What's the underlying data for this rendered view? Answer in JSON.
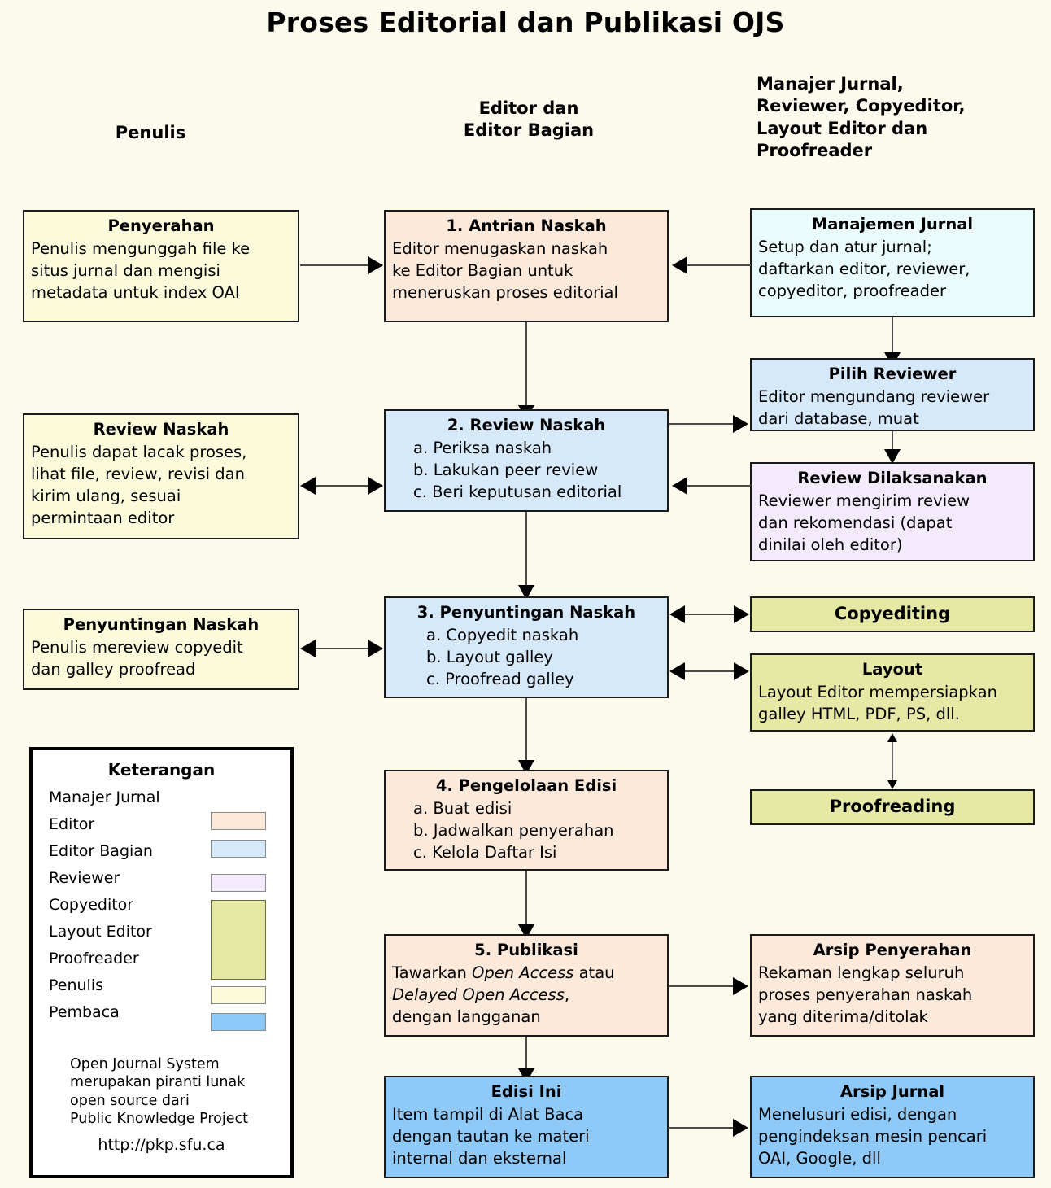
{
  "title": "Proses Editorial dan Publikasi OJS",
  "columns": [
    {
      "id": "penulis",
      "label": "Penulis"
    },
    {
      "id": "editor",
      "label": "Editor dan\nEditor Bagian"
    },
    {
      "id": "lainnya",
      "label": "Manajer Jurnal,\nReviewer, Copyeditor,\nLayout Editor dan\nProofreader"
    }
  ],
  "boxes": {
    "penyerahan": {
      "title": "Penyerahan",
      "lines": [
        "Penulis mengunggah file ke",
        "situs jurnal dan mengisi",
        "metadata untuk index OAI"
      ],
      "role": "Penulis",
      "color": "#fbfbdc"
    },
    "antrian": {
      "title": "1. Antrian Naskah",
      "lines": [
        "Editor menugaskan naskah",
        "ke Editor Bagian untuk",
        "meneruskan proses editorial"
      ],
      "role": "Editor",
      "color": "#fce9da"
    },
    "manajemen": {
      "title": "Manajemen Jurnal",
      "lines": [
        "Setup dan atur jurnal;",
        "daftarkan editor, reviewer,",
        "copyeditor, proofreader"
      ],
      "role": "Manajer Jurnal",
      "color": "#eafbfc"
    },
    "review_naskah_penulis": {
      "title": "Review Naskah",
      "lines": [
        "Penulis dapat lacak proses,",
        "lihat file, review, revisi dan",
        "kirim ulang, sesuai",
        "permintaan editor"
      ],
      "role": "Penulis",
      "color": "#fbfbdc"
    },
    "review2": {
      "title": "2. Review Naskah",
      "lines": [
        "a. Periksa naskah",
        "b. Lakukan peer review",
        "c. Beri keputusan editorial"
      ],
      "role": "Editor Bagian",
      "color": "#d6e9fb"
    },
    "pilih_reviewer": {
      "title": "Pilih Reviewer",
      "lines": [
        "Editor mengundang reviewer",
        "dari database, muat"
      ],
      "role": "Editor Bagian",
      "color": "#d6e9fb"
    },
    "review_dilaksanakan": {
      "title": "Review Dilaksanakan",
      "lines": [
        "Reviewer mengirim review",
        "dan rekomendasi (dapat",
        "dinilai oleh editor)"
      ],
      "role": "Reviewer",
      "color": "#f3eafc"
    },
    "penyuntingan_penulis": {
      "title": "Penyuntingan Naskah",
      "lines": [
        "Penulis mereview copyedit",
        "dan galley proofread"
      ],
      "role": "Penulis",
      "color": "#fbfbdc"
    },
    "penyuntingan3": {
      "title": "3. Penyuntingan Naskah",
      "lines": [
        "a. Copyedit naskah",
        "b. Layout galley",
        "c. Proofread galley"
      ],
      "role": "Editor Bagian",
      "color": "#d6e9fb"
    },
    "copyediting": {
      "title": "Copyediting",
      "lines": [],
      "role": "Copyeditor",
      "color": "#e6e8a6"
    },
    "layout": {
      "title": "Layout",
      "lines": [
        "Layout Editor mempersiapkan",
        "galley HTML, PDF, PS, dll."
      ],
      "role": "Layout Editor",
      "color": "#e6e8a6"
    },
    "proofreading": {
      "title": "Proofreading",
      "lines": [],
      "role": "Proofreader",
      "color": "#e6e8a6"
    },
    "pengelolaan4": {
      "title": "4. Pengelolaan Edisi",
      "lines": [
        "a. Buat edisi",
        "b. Jadwalkan penyerahan",
        "c. Kelola Daftar Isi"
      ],
      "role": "Editor",
      "color": "#fce9da"
    },
    "publikasi5": {
      "title": "5. Publikasi",
      "lines": [
        "Tawarkan Open Access atau",
        "Delayed Open Access,",
        "dengan langganan"
      ],
      "role": "Editor",
      "color": "#fce9da"
    },
    "arsip_penyerahan": {
      "title": "Arsip Penyerahan",
      "lines": [
        "Rekaman lengkap seluruh",
        "proses penyerahan naskah",
        "yang diterima/ditolak"
      ],
      "role": "Editor",
      "color": "#fce9da"
    },
    "edisi_ini": {
      "title": "Edisi Ini",
      "lines": [
        "Item tampil di Alat Baca",
        "dengan tautan ke materi",
        "internal dan eksternal"
      ],
      "role": "Pembaca",
      "color": "#8fc9f7"
    },
    "arsip_jurnal": {
      "title": "Arsip Jurnal",
      "lines": [
        "Menelusuri edisi, dengan",
        "pengindeksan mesin pencari",
        "OAI, Google, dll"
      ],
      "role": "Pembaca",
      "color": "#8fc9f7"
    }
  },
  "legend": {
    "title": "Keterangan",
    "items": [
      {
        "label": "Manajer Jurnal",
        "color": null
      },
      {
        "label": "Editor",
        "color": "#fce9da"
      },
      {
        "label": "Editor Bagian",
        "color": "#d6e9fb"
      },
      {
        "label": "Reviewer",
        "color": "#f3eafc"
      },
      {
        "label": "Copyeditor",
        "color": "#e6e8a6"
      },
      {
        "label": "Layout Editor",
        "color": "#e6e8a6"
      },
      {
        "label": "Proofreader",
        "color": "#e6e8a6"
      },
      {
        "label": "Penulis",
        "color": "#fbfbdc"
      },
      {
        "label": "Pembaca",
        "color": "#8fc9f7"
      }
    ],
    "note": [
      "Open Journal System",
      "merupakan piranti lunak",
      "open source dari",
      "Public Knowledge Project"
    ],
    "url": "http://pkp.sfu.ca"
  }
}
